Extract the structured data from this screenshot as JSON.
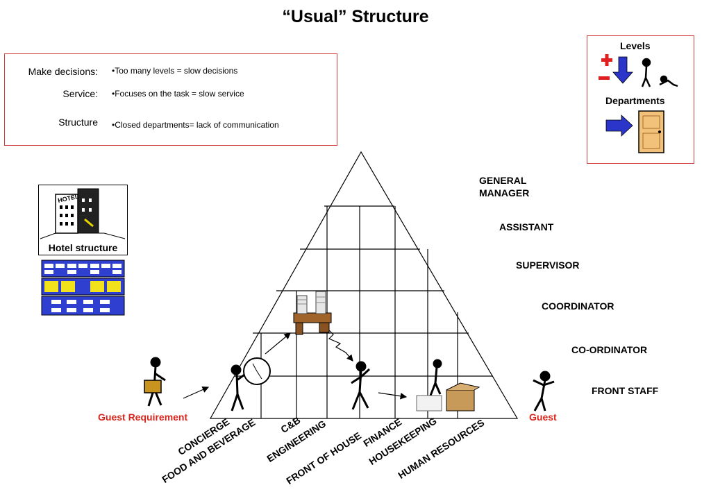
{
  "title": "“Usual” Structure",
  "issues": [
    {
      "label": "Make decisions:",
      "text": "•Too many levels = slow decisions"
    },
    {
      "label": "Service:",
      "text": "•Focuses on the task = slow service"
    },
    {
      "label": "Structure",
      "text": "•Closed departments= lack of communication"
    }
  ],
  "legend": {
    "levels_label": "Levels",
    "departments_label": "Departments"
  },
  "hotel": {
    "caption": "Hotel structure",
    "sign": "HOTEL"
  },
  "hierarchy": [
    "GENERAL MANAGER",
    "ASSISTANT",
    "SUPERVISOR",
    "COORDINATOR",
    "CO-ORDINATOR",
    "FRONT STAFF"
  ],
  "departments": [
    "CONCIERGE",
    "FOOD AND BEVERAGE",
    "C&B",
    "ENGINEERING",
    "FRONT OF HOUSE",
    "FINANCE",
    "HOUSEKEEPING",
    "HUMAN RESOURCES"
  ],
  "guest_requirement": "Guest Requirement",
  "guest": "Guest",
  "colors": {
    "accent_red": "#d7261e",
    "box_border": "#d23b3b",
    "arrow_blue": "#2b35c9",
    "org_blue": "#2f3fd0",
    "org_yellow": "#f2e21c",
    "door": "#f3c27a"
  }
}
